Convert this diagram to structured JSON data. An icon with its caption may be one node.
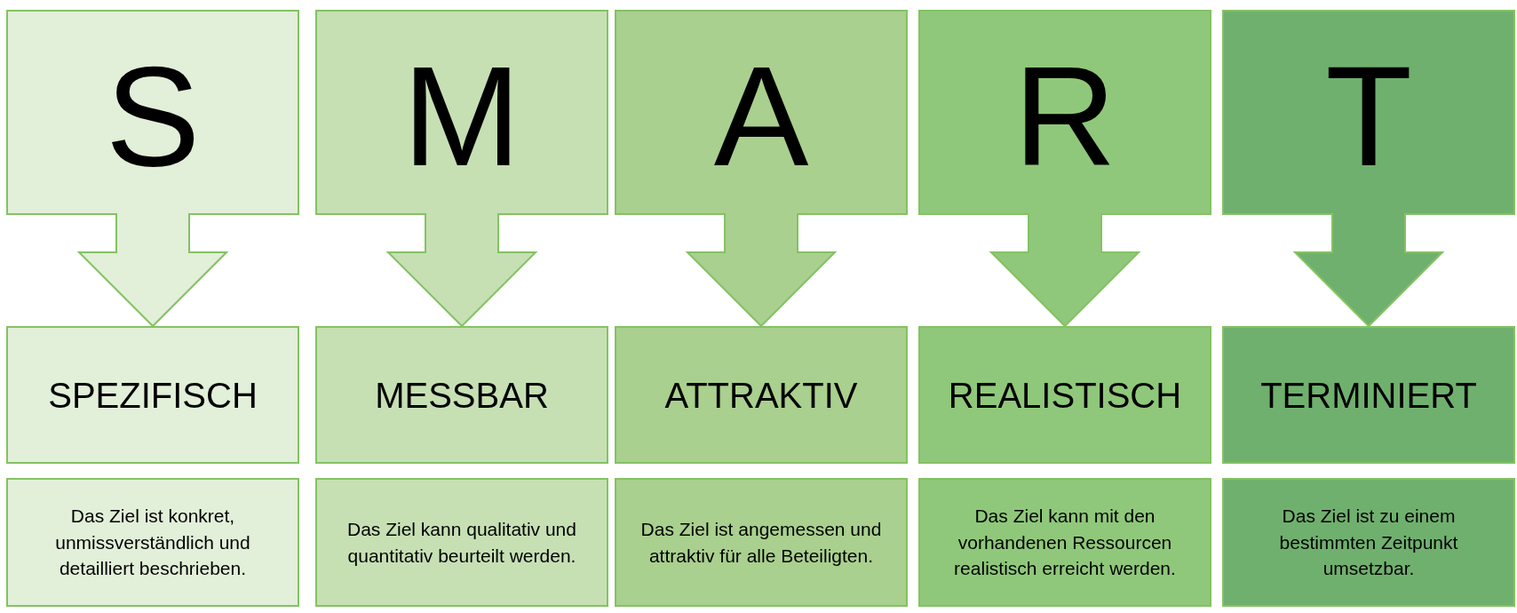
{
  "diagram": {
    "nodes": [
      {
        "text": [
          "S"
        ]
      },
      {
        "text": [
          "M"
        ]
      },
      {
        "text": [
          "A"
        ]
      },
      {
        "text": [
          "R"
        ]
      },
      {
        "text": [
          "T"
        ]
      },
      {
        "text": [
          "SPEZIFISCH"
        ]
      },
      {
        "text": [
          "MESSBAR"
        ]
      },
      {
        "text": [
          "ATTRAKTIV"
        ]
      },
      {
        "text": [
          "REALISTISCH"
        ]
      },
      {
        "text": [
          "TERMINIERT"
        ]
      },
      {
        "text": [
          "Das Ziel ist konkret, unmissverständlich und detailliert beschrieben."
        ]
      },
      {
        "text": [
          "Das Ziel kann qualitativ und quantitativ beurteilt werden."
        ]
      },
      {
        "text": [
          "Das Ziel ist angemessen und attraktiv für alle Beteiligten."
        ]
      },
      {
        "text": [
          "Das Ziel kann mit den vorhandenen Ressourcen realistisch erreicht werden."
        ]
      },
      {
        "text": [
          "Das Ziel ist zu einem bestimmten Zeitpunkt umsetzbar."
        ]
      }
    ],
    "edges": [
      {
        "from": 0,
        "to": 5,
        "arrow": "to"
      },
      {
        "from": 1,
        "to": 6,
        "arrow": "to"
      },
      {
        "from": 2,
        "to": 7,
        "arrow": "to"
      },
      {
        "from": 3,
        "to": 8,
        "arrow": "to"
      },
      {
        "from": 4,
        "to": 9,
        "arrow": "to"
      }
    ]
  }
}
